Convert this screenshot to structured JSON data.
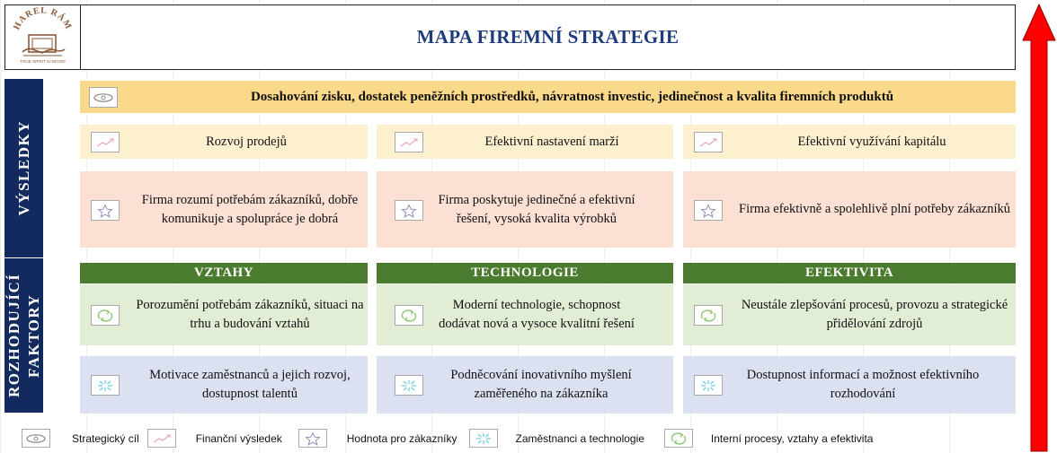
{
  "title": "MAPA FIREMNÍ STRATEGIE",
  "logo": {
    "text": "HAREL RÁM",
    "subtext": "TRUE SPIRIT IN WOOD",
    "icon": "hands-frame-logo"
  },
  "side_labels": {
    "results": "VÝSLEDKY",
    "factors": "ROZHODUJÍCÍ FAKTORY"
  },
  "goal": {
    "text": "Dosahování zisku, dostatek peněžních prostředků, návratnost investic, jedinečnost a kvalita firemních produktů",
    "icon": "eye-icon"
  },
  "financial": [
    {
      "text": "Rozvoj prodejů",
      "icon": "trend-line-icon"
    },
    {
      "text": "Efektivní nastavení marží",
      "icon": "trend-line-icon"
    },
    {
      "text": "Efektivní využívání kapitálu",
      "icon": "trend-line-icon"
    }
  ],
  "customer": [
    {
      "text": "Firma rozumí potřebám zákazníků, dobře komunikuje a  spolupráce je dobrá",
      "icon": "star-icon"
    },
    {
      "text": "Firma poskytuje jedinečné a efektivní řešení, vysoká kvalita výrobků",
      "icon": "star-icon"
    },
    {
      "text": "Firma efektivně a spolehlivě plní potřeby zákazníků",
      "icon": "star-icon"
    }
  ],
  "factor_headers": [
    "VZTAHY",
    "TECHNOLOGIE",
    "EFEKTIVITA"
  ],
  "internal": [
    {
      "text": "Porozumění potřebám zákazníků, situaci na trhu a budování vztahů",
      "icon": "cycle-arrows-icon"
    },
    {
      "text": "Moderní technologie, schopnost dodávat nová a vysoce kvalitní řešení",
      "icon": "cycle-arrows-icon"
    },
    {
      "text": "Neustále zlepšování procesů, provozu a strategické přidělování zdrojů",
      "icon": "cycle-arrows-icon"
    }
  ],
  "people": [
    {
      "text": "Motivace zaměstnanců a jejich rozvoj, dostupnost talentů",
      "icon": "spark-icon"
    },
    {
      "text": "Podněcování inovativního myšlení zaměřeného na zákazníka",
      "icon": "spark-icon"
    },
    {
      "text": "Dostupnost informací a možnost efektivního rozhodování",
      "icon": "spark-icon"
    }
  ],
  "legend": [
    {
      "label": "Strategický cíl",
      "icon": "eye-icon"
    },
    {
      "label": "Finanční výsledek",
      "icon": "trend-line-icon"
    },
    {
      "label": "Hodnota pro zákazníky",
      "icon": "star-icon"
    },
    {
      "label": "Zaměstnanci a technologie",
      "icon": "spark-icon"
    },
    {
      "label": "Interní procesy, vztahy a efektivita",
      "icon": "cycle-arrows-icon"
    }
  ],
  "colors": {
    "title": "#1f3b7a",
    "side": "#132a5e",
    "goal": "#fbd98a",
    "financial": "#fdf0cf",
    "customer": "#fbe0d3",
    "internal": "#e1edd4",
    "people": "#dbe1f1",
    "factor_header": "#4a7b2e",
    "arrow": "#ff0000"
  }
}
